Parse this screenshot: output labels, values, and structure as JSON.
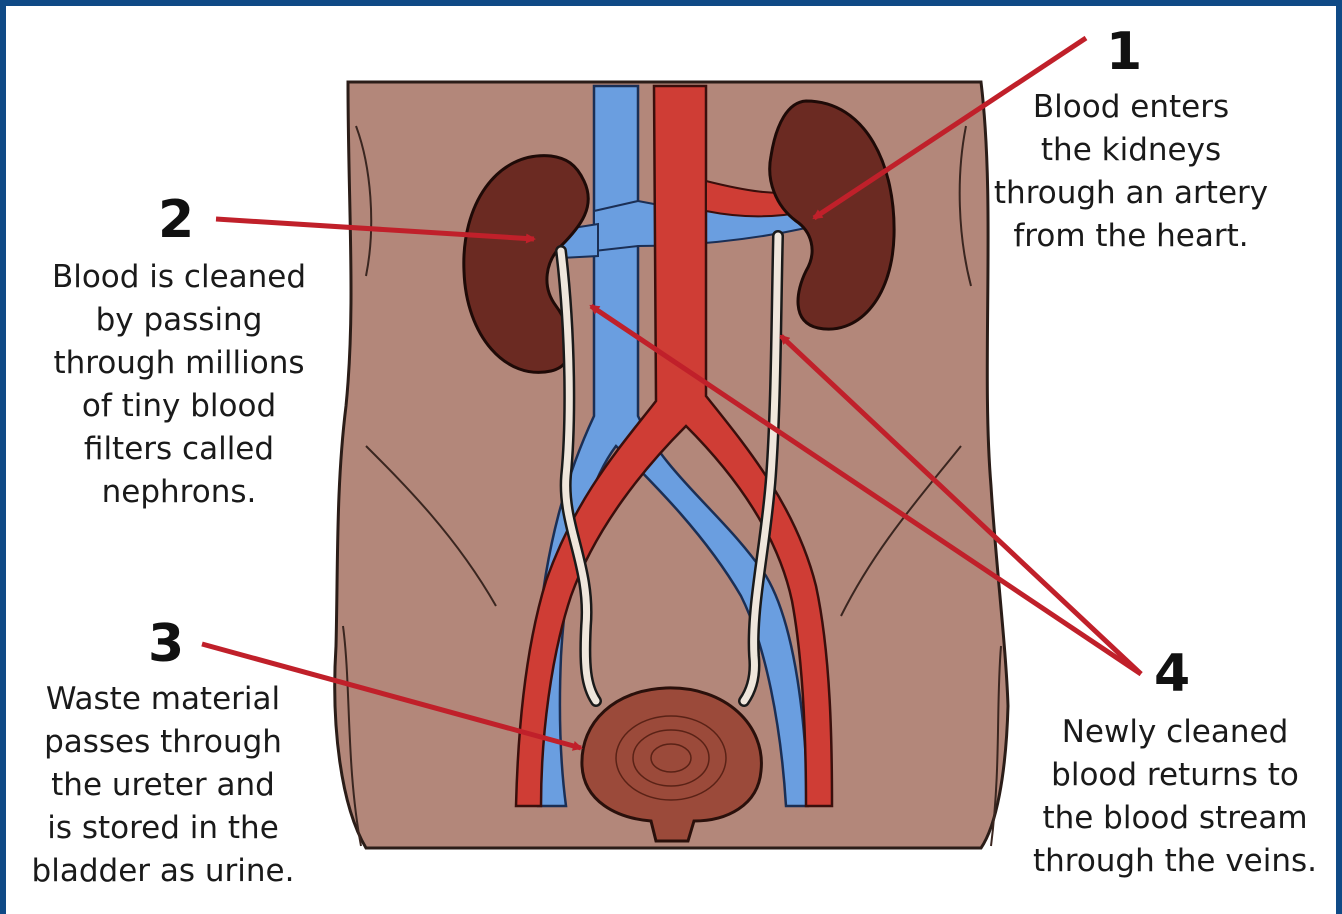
{
  "colors": {
    "frame": "#0f4a86",
    "skin": "#b3877a",
    "vein": "#6a9ee0",
    "artery": "#cf3d35",
    "kidney": "#6b2a22",
    "bladder": "#9b4a3a",
    "arrow": "#c0202a"
  },
  "labels": [
    {
      "number": "1",
      "lines": [
        "Blood enters",
        "the kidneys",
        "through an artery",
        "from the heart."
      ]
    },
    {
      "number": "2",
      "lines": [
        "Blood is cleaned",
        "by passing",
        "through millions",
        "of tiny blood",
        "filters called",
        "nephrons."
      ]
    },
    {
      "number": "3",
      "lines": [
        "Waste material",
        "passes through",
        "the ureter and",
        "is stored in the",
        "bladder as urine."
      ]
    },
    {
      "number": "4",
      "lines": [
        "Newly cleaned",
        "blood returns to",
        "the blood stream",
        "through the veins."
      ]
    }
  ]
}
